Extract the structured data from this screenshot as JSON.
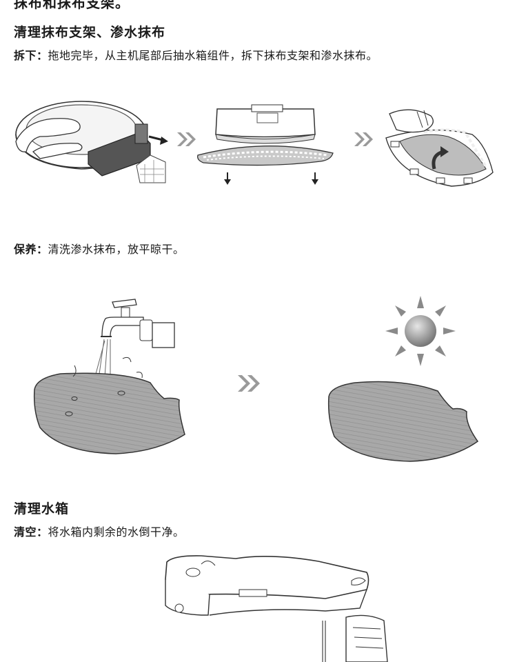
{
  "top_cut_title": "抹布和抹布支架。",
  "section1": {
    "title": "清理抹布支架、渗水抹布",
    "step_label": "拆下：",
    "step_text": "拖地完毕，从主机尾部后抽水箱组件，拆下抹布支架和渗水抹布。"
  },
  "section2": {
    "step_label": "保养：",
    "step_text": "清洗渗水抹布，放平晾干。"
  },
  "section3": {
    "title": "清理水箱",
    "step_label": "清空：",
    "step_text": "将水箱内剩余的水倒干净。"
  },
  "colors": {
    "text": "#1a1a1a",
    "arrow_gray": "#9a9a9a",
    "cloth_gray": "#a8a8a8",
    "line_dark": "#333333"
  },
  "icons": [
    "double-chevron-icon",
    "down-arrow-icon",
    "curved-arrow-icon",
    "sun-icon",
    "faucet-icon",
    "water-drop-icon"
  ]
}
